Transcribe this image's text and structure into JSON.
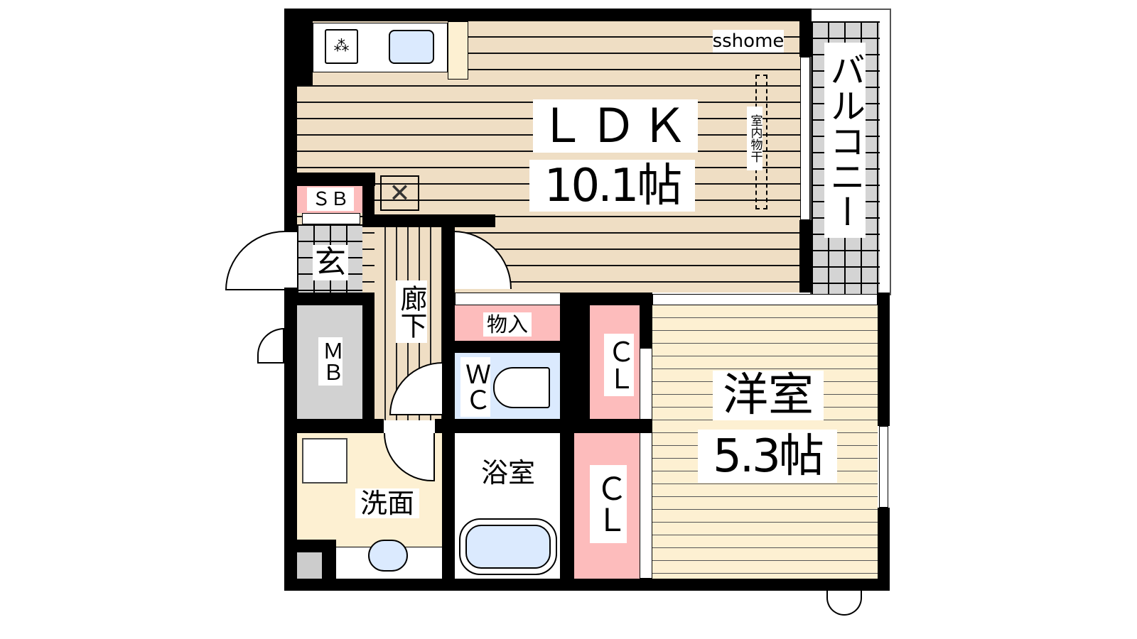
{
  "watermark": "sshome",
  "rooms": {
    "ldk": {
      "name": "ＬＤＫ",
      "size": "10.1帖"
    },
    "western": {
      "name": "洋室",
      "size": "5.3帖"
    },
    "balcony": "バルコニー",
    "indoor_drying": "室内物干",
    "shoe_box": "ＳＢ",
    "entrance": "玄",
    "hallway": "廊下",
    "meter_box": "ＭＢ",
    "storage": "物入",
    "toilet": "ＷＣ",
    "bath": "浴室",
    "washroom": "洗面",
    "closet1": "ＣＬ",
    "closet2": "ＣＬ"
  },
  "colors": {
    "floor": "#efdec4",
    "room": "#fdf0d2",
    "closet": "#fdbcbc",
    "water": "#dbeafe",
    "tile": "#d4d4d4"
  }
}
